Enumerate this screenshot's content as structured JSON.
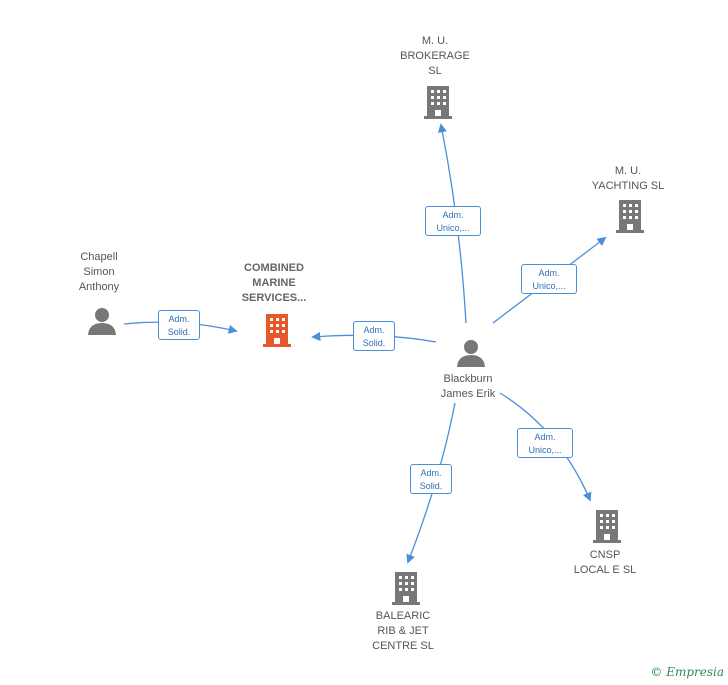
{
  "nodes": {
    "mu_brokerage": {
      "label": "M.  U.\nBROKERAGE\nSL"
    },
    "mu_yachting": {
      "label": "M.  U.\nYACHTING  SL"
    },
    "combined": {
      "label": "COMBINED\nMARINE\nSERVICES..."
    },
    "chapell": {
      "label": "Chapell\nSimon\nAnthony"
    },
    "blackburn": {
      "label": "Blackburn\nJames Erik"
    },
    "cnsp": {
      "label": "CNSP\nLOCAL E  SL"
    },
    "balearic": {
      "label": "BALEARIC\nRIB & JET\nCENTRE  SL"
    }
  },
  "edges": {
    "chapell_combined": "Adm.\nSolid.",
    "blackburn_combined": "Adm.\nSolid.",
    "blackburn_brokerage": "Adm.\nUnico,...",
    "blackburn_yachting": "Adm.\nUnico,...",
    "blackburn_cnsp": "Adm.\nUnico,...",
    "blackburn_balearic": "Adm.\nSolid."
  },
  "watermark": "© Empresia",
  "colors": {
    "focus": "#e8572a",
    "building": "#777777",
    "person": "#777777",
    "edge": "#4a90d9"
  }
}
